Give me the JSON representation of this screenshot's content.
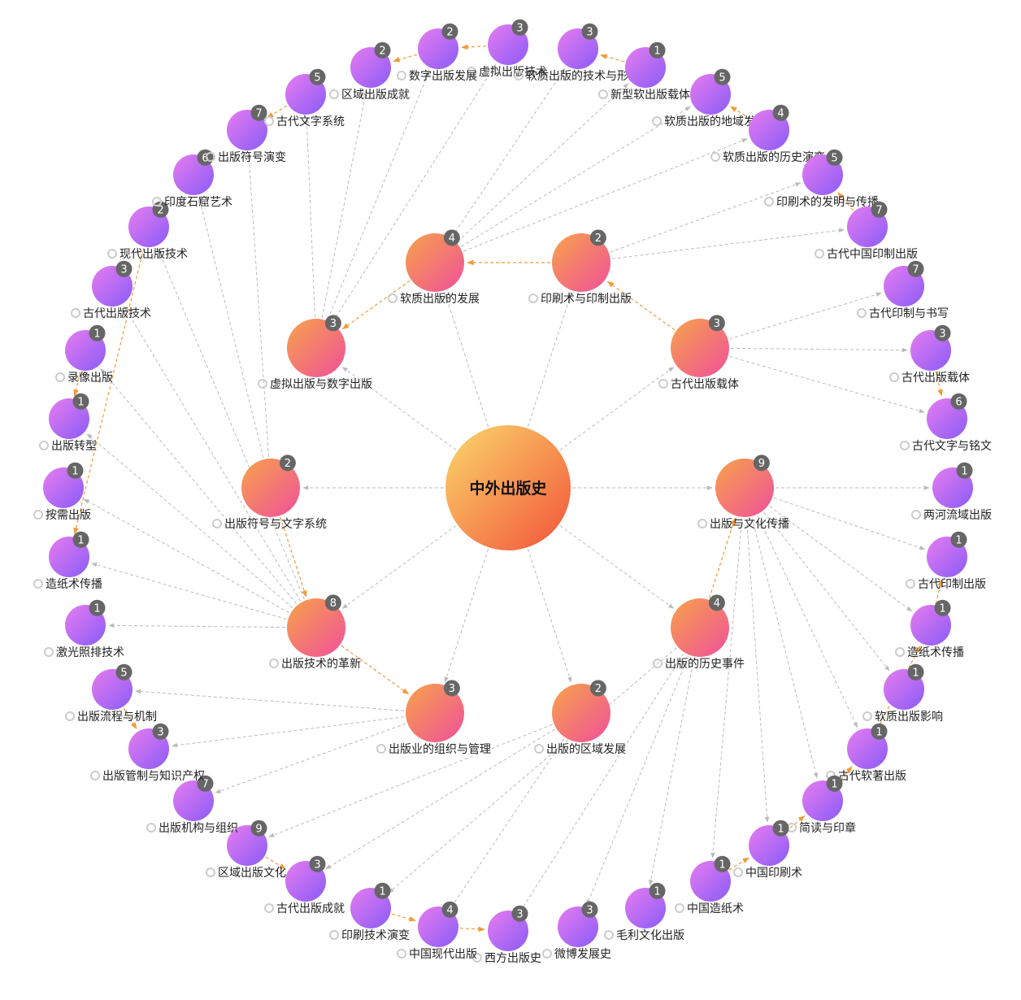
{
  "colors": {
    "inner_from": "#f7a34a",
    "inner_to": "#f0509a",
    "outer_from": "#e77cf0",
    "outer_to": "#8a5cf6",
    "center_from": "#fbd86b",
    "center_to": "#f2533a",
    "badge": "#666666",
    "edge_gray": "#bbbbbb",
    "edge_orange": "#f29a3a"
  },
  "graph": {
    "center": {
      "label": "中外出版史"
    },
    "inner": [
      {
        "id": "i1",
        "label": "软质出版的发展",
        "count": 4
      },
      {
        "id": "i2",
        "label": "印刷术与印制出版",
        "count": 2
      },
      {
        "id": "i3",
        "label": "虚拟出版与数字出版",
        "count": 3
      },
      {
        "id": "i4",
        "label": "古代出版载体",
        "count": 3
      },
      {
        "id": "i5",
        "label": "出版符号与文字系统",
        "count": 2
      },
      {
        "id": "i6",
        "label": "出版与文化传播",
        "count": 9
      },
      {
        "id": "i7",
        "label": "出版技术的革新",
        "count": 8
      },
      {
        "id": "i8",
        "label": "出版的历史事件",
        "count": 4
      },
      {
        "id": "i9",
        "label": "出版业的组织与管理",
        "count": 3
      },
      {
        "id": "i10",
        "label": "出版的区域发展",
        "count": 2
      }
    ],
    "outer": [
      {
        "id": "o1",
        "label": "虚拟出版技术",
        "count": 3,
        "parent": "i3"
      },
      {
        "id": "o2",
        "label": "软质出版的技术与形式",
        "count": 3,
        "parent": "i1"
      },
      {
        "id": "o3",
        "label": "新型软出版载体",
        "count": 1,
        "parent": "i1"
      },
      {
        "id": "o4",
        "label": "软质出版的地域发展",
        "count": 5,
        "parent": "i1"
      },
      {
        "id": "o5",
        "label": "软质出版的历史演变",
        "count": 4,
        "parent": "i1"
      },
      {
        "id": "o6",
        "label": "印刷术的发明与传播",
        "count": 5,
        "parent": "i2"
      },
      {
        "id": "o7",
        "label": "古代中国印制出版",
        "count": 7,
        "parent": "i2"
      },
      {
        "id": "o8",
        "label": "古代印制与书写",
        "count": 7,
        "parent": "i4"
      },
      {
        "id": "o9",
        "label": "古代出版载体",
        "count": 3,
        "parent": "i4"
      },
      {
        "id": "o10",
        "label": "古代文字与铭文",
        "count": 6,
        "parent": "i4"
      },
      {
        "id": "o11",
        "label": "两河流域出版",
        "count": 1,
        "parent": "i6"
      },
      {
        "id": "o12",
        "label": "古代印制出版",
        "count": 1,
        "parent": "i6"
      },
      {
        "id": "o13",
        "label": "造纸术传播",
        "count": 1,
        "parent": "i6"
      },
      {
        "id": "o14",
        "label": "软质出版影响",
        "count": 1,
        "parent": "i6"
      },
      {
        "id": "o15",
        "label": "古代软著出版",
        "count": 1,
        "parent": "i6"
      },
      {
        "id": "o16",
        "label": "简读与印章",
        "count": 1,
        "parent": "i6"
      },
      {
        "id": "o17",
        "label": "中国印刷术",
        "count": 1,
        "parent": "i6"
      },
      {
        "id": "o18",
        "label": "中国造纸术",
        "count": 1,
        "parent": "i6"
      },
      {
        "id": "o19",
        "label": "毛利文化出版",
        "count": 1,
        "parent": "i8"
      },
      {
        "id": "o20",
        "label": "微博发展史",
        "count": 3,
        "parent": "i8"
      },
      {
        "id": "o21",
        "label": "西方出版史",
        "count": 3,
        "parent": "i8"
      },
      {
        "id": "o22",
        "label": "中国现代出版",
        "count": 4,
        "parent": "i10"
      },
      {
        "id": "o23",
        "label": "印刷技术演变",
        "count": 1,
        "parent": "i8"
      },
      {
        "id": "o24",
        "label": "古代出版成就",
        "count": 3,
        "parent": "i10"
      },
      {
        "id": "o25",
        "label": "区域出版文化",
        "count": 9,
        "parent": "i10"
      },
      {
        "id": "o26",
        "label": "出版机构与组织",
        "count": 7,
        "parent": "i9"
      },
      {
        "id": "o27",
        "label": "出版管制与知识产权",
        "count": 3,
        "parent": "i9"
      },
      {
        "id": "o28",
        "label": "出版流程与机制",
        "count": 5,
        "parent": "i9"
      },
      {
        "id": "o29",
        "label": "激光照排技术",
        "count": 1,
        "parent": "i7"
      },
      {
        "id": "o30",
        "label": "造纸术传播",
        "count": 1,
        "parent": "i7"
      },
      {
        "id": "o31",
        "label": "按需出版",
        "count": 1,
        "parent": "i7"
      },
      {
        "id": "o32",
        "label": "出版转型",
        "count": 1,
        "parent": "i7"
      },
      {
        "id": "o33",
        "label": "录像出版",
        "count": 1,
        "parent": "i7"
      },
      {
        "id": "o34",
        "label": "古代出版技术",
        "count": 3,
        "parent": "i7"
      },
      {
        "id": "o35",
        "label": "现代出版技术",
        "count": 2,
        "parent": "i7"
      },
      {
        "id": "o36",
        "label": "印度石窟艺术",
        "count": 6,
        "parent": "i5"
      },
      {
        "id": "o37",
        "label": "出版符号演变",
        "count": 7,
        "parent": "i5"
      },
      {
        "id": "o38",
        "label": "古代文字系统",
        "count": 5,
        "parent": "i3"
      },
      {
        "id": "o39",
        "label": "区域出版成就",
        "count": 2,
        "parent": "i3"
      },
      {
        "id": "o40",
        "label": "数字出版发展",
        "count": 2,
        "parent": "i3"
      }
    ],
    "links_orange": [
      [
        "i2",
        "i1"
      ],
      [
        "i1",
        "i3"
      ],
      [
        "i4",
        "i2"
      ],
      [
        "i5",
        "i7"
      ],
      [
        "i7",
        "i9"
      ],
      [
        "i8",
        "i6"
      ],
      [
        "o1",
        "o40"
      ],
      [
        "o40",
        "o39"
      ],
      [
        "o3",
        "o2"
      ],
      [
        "o5",
        "o4"
      ],
      [
        "o38",
        "o37"
      ],
      [
        "o7",
        "o6"
      ],
      [
        "o33",
        "o32"
      ],
      [
        "o35",
        "o30"
      ],
      [
        "o28",
        "o27"
      ],
      [
        "o25",
        "o24"
      ],
      [
        "o23",
        "o22"
      ],
      [
        "o22",
        "o21"
      ],
      [
        "o18",
        "o17"
      ],
      [
        "o17",
        "o16"
      ],
      [
        "o16",
        "o15"
      ],
      [
        "o13",
        "o12"
      ],
      [
        "o15",
        "o13"
      ],
      [
        "o9",
        "o10"
      ]
    ]
  }
}
